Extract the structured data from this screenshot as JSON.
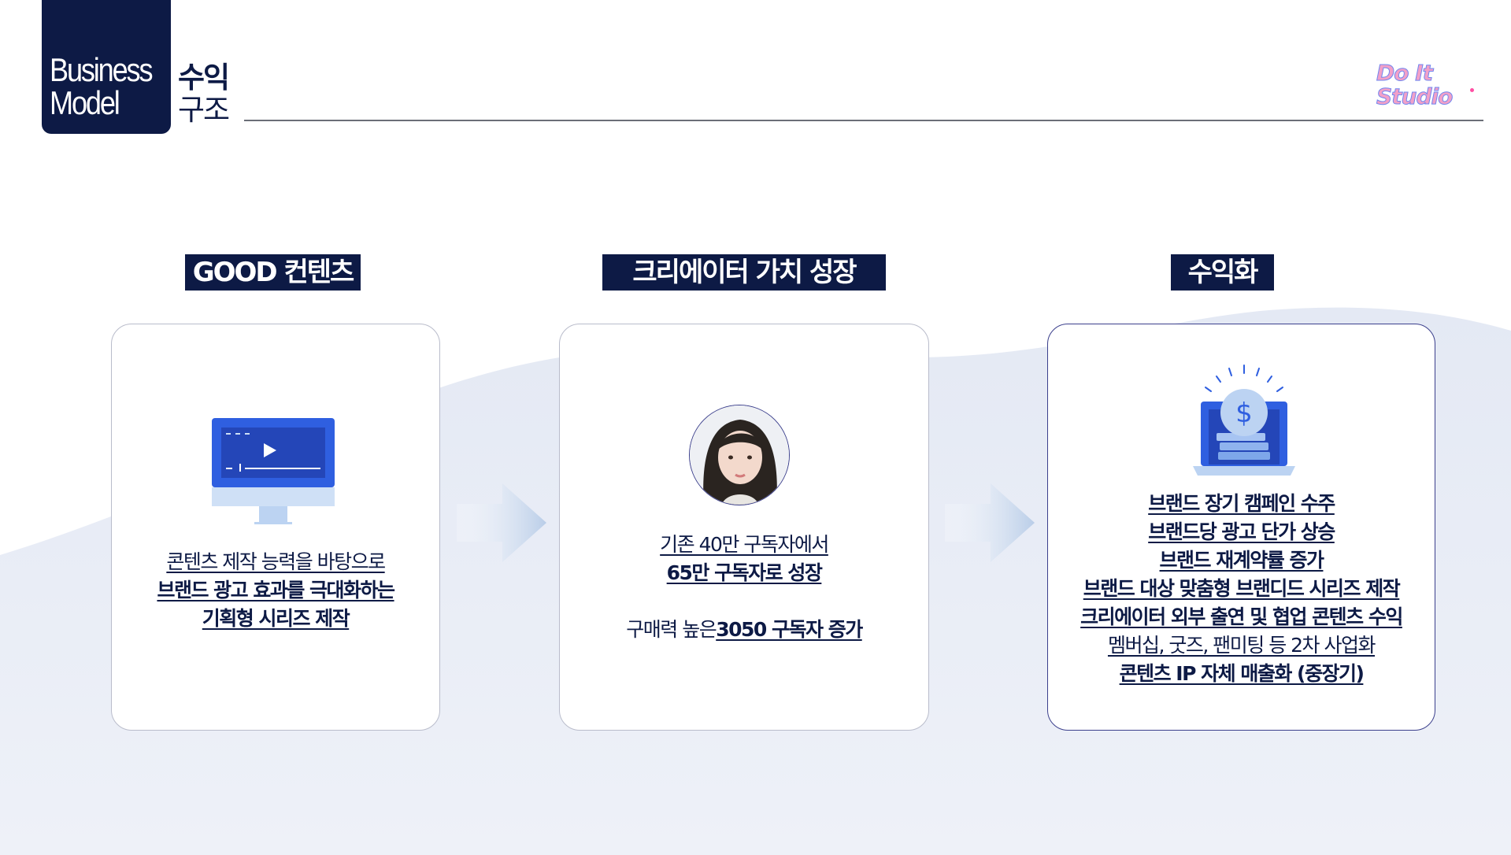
{
  "header": {
    "title_en_line1": "Business",
    "title_en_line2": "Model",
    "title_ko_line1": "수익",
    "title_ko_line2": "구조",
    "logo_line1": "Do It",
    "logo_line2": "Studio"
  },
  "colors": {
    "navy": "#0d1a45",
    "accent_blue": "#2f5fe0",
    "light_blue": "#bcd3f2",
    "background_wave": "#e9eef7"
  },
  "columns": [
    {
      "label": "GOOD 컨텐츠",
      "icon": "monitor-play-icon",
      "lines": [
        {
          "text": "콘텐츠 제작 능력을 바탕으로",
          "bold": false
        },
        {
          "text": "브랜드 광고 효과를 극대화하는",
          "bold": true
        },
        {
          "text": "기획형 시리즈 제작",
          "bold": true
        }
      ]
    },
    {
      "label": "크리에이터 가치 성장",
      "icon": "creator-avatar",
      "lines": [
        {
          "text": "기존 40만 구독자에서",
          "bold": false
        },
        {
          "text": "65만 구독자로 성장",
          "bold": true
        },
        {
          "text_regular": "구매력 높은 ",
          "text_bold": "3050 구독자 증가"
        }
      ]
    },
    {
      "label": "수익화",
      "icon": "laptop-coin-icon",
      "lines": [
        {
          "text": "브랜드 장기 캠페인 수주",
          "bold": true
        },
        {
          "text": "브랜드당 광고 단가 상승",
          "bold": true
        },
        {
          "text": "브랜드 재계약률 증가",
          "bold": true
        },
        {
          "text": "브랜드 대상 맞춤형 브랜디드 시리즈 제작",
          "bold": true
        },
        {
          "text": "크리에이터 외부 출연 및 협업 콘텐츠 수익",
          "bold": true
        },
        {
          "text": "멤버십, 굿즈, 팬미팅 등 2차 사업화",
          "bold": false
        },
        {
          "text": "콘텐츠 IP 자체 매출화 (중장기)",
          "bold": true
        }
      ]
    }
  ]
}
